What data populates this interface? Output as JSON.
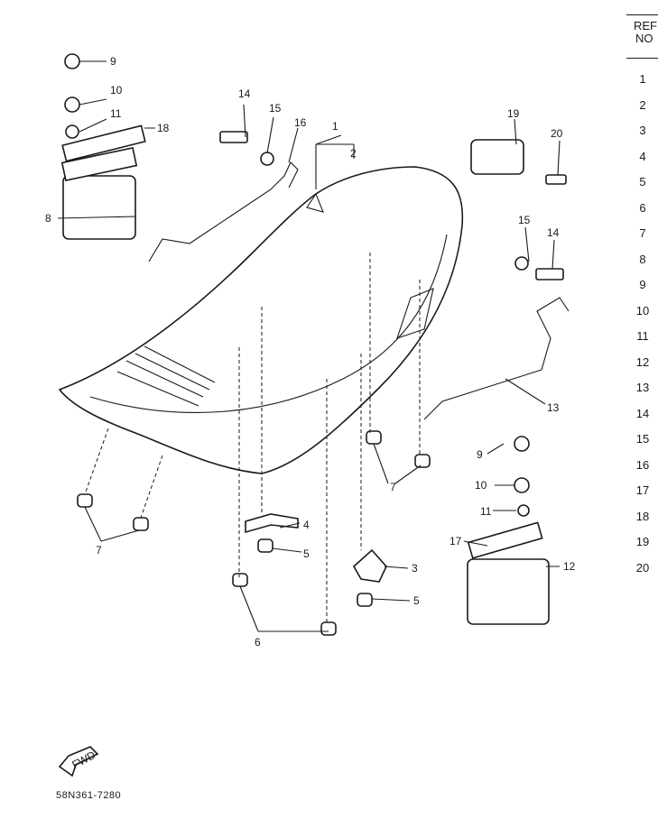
{
  "callouts": {
    "c1": "1",
    "c2": "2",
    "c3": "3",
    "c4": "4",
    "c5a": "5",
    "c5b": "5",
    "c6": "6",
    "c7a": "7",
    "c7b": "7",
    "c8": "8",
    "c9a": "9",
    "c9b": "9",
    "c10a": "10",
    "c10b": "10",
    "c11a": "11",
    "c11b": "11",
    "c12": "12",
    "c13": "13",
    "c14a": "14",
    "c14b": "14",
    "c15a": "15",
    "c15b": "15",
    "c16": "16",
    "c17": "17",
    "c18": "18",
    "c19": "19",
    "c20": "20"
  },
  "fwd_label": "FWD",
  "ref_header_line1": "REF",
  "ref_header_line2": "NO",
  "ref_numbers": [
    "1",
    "2",
    "3",
    "4",
    "5",
    "6",
    "7",
    "8",
    "9",
    "10",
    "11",
    "12",
    "13",
    "14",
    "15",
    "16",
    "17",
    "18",
    "19",
    "20"
  ],
  "caption": "58N361-7280"
}
